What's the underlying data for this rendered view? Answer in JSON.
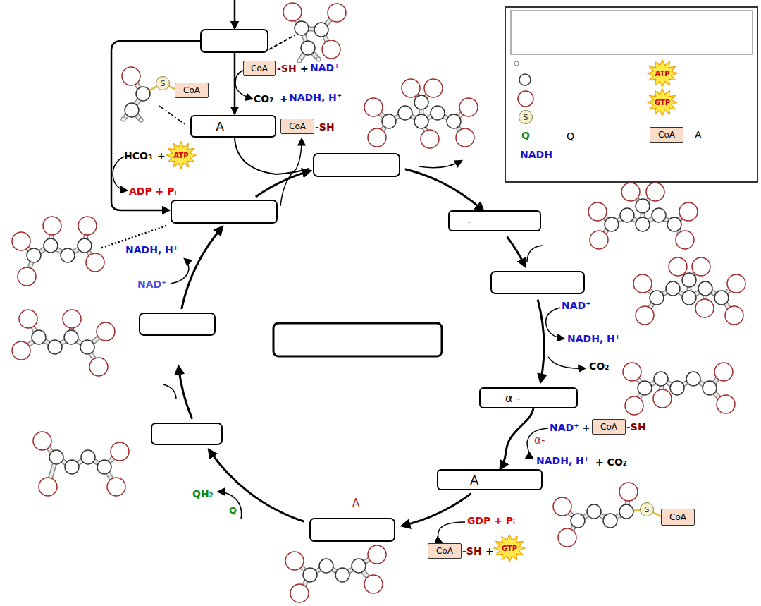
{
  "diagram": {
    "nodes": [
      {
        "text": [
          "CoA"
        ]
      },
      {
        "text": [
          "S"
        ]
      },
      {
        "text": [
          "CoA"
        ]
      },
      {
        "text": [
          "A"
        ]
      },
      {
        "text": [
          "CoA"
        ]
      },
      {
        "text": [
          "ATP"
        ]
      },
      {
        "text": [
          "-"
        ]
      },
      {
        "text": [
          "α -"
        ]
      },
      {
        "text": [
          "CoA"
        ]
      },
      {
        "text": [
          "A"
        ]
      },
      {
        "text": [
          "CoA"
        ]
      },
      {
        "text": [
          "GTP"
        ]
      },
      {
        "text": [
          "S"
        ]
      },
      {
        "text": [
          "CoA"
        ]
      },
      {
        "text": [
          "S"
        ]
      },
      {
        "text": [
          "ATP"
        ]
      },
      {
        "text": [
          "GTP"
        ]
      },
      {
        "text": [
          "CoA"
        ]
      }
    ],
    "edges": [
      {
        "from": 7,
        "to": 9,
        "arrow": "to"
      }
    ],
    "labels": [
      "-SH",
      "+",
      "NAD⁺",
      "CO₂",
      "+",
      "NADH, H⁺",
      "-SH",
      "HCO₃⁻",
      "+",
      "ADP + Pᵢ",
      "NADH, H⁺",
      "NAD⁺",
      "NAD⁺",
      "NADH, H⁺",
      "CO₂",
      "NAD⁺",
      "+",
      "-SH",
      "α-",
      "NADH, H⁺",
      "+ CO₂",
      "GDP + Pᵢ",
      "-SH",
      "+",
      "A",
      "QH₂",
      "Q",
      "Q",
      "Q",
      "NADH",
      "A"
    ]
  }
}
